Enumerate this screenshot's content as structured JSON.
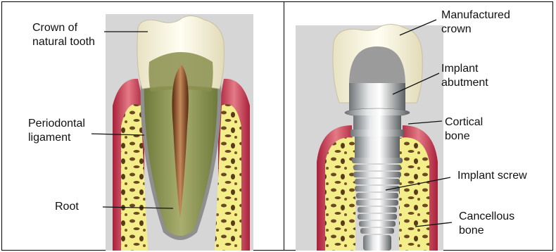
{
  "left_panel": {
    "labels": {
      "crown": [
        "Crown of",
        "natural tooth"
      ],
      "periodontal": [
        "Periodontal",
        "ligament"
      ],
      "root": [
        "Root"
      ]
    }
  },
  "right_panel": {
    "labels": {
      "manufactured_crown": [
        "Manufactured",
        "crown"
      ],
      "implant_abutment": [
        "Implant",
        "abutment"
      ],
      "cortical_bone": [
        "Cortical",
        "bone"
      ],
      "implant_screw": [
        "Implant screw"
      ],
      "cancellous_bone": [
        "Cancellous",
        "bone"
      ]
    }
  }
}
